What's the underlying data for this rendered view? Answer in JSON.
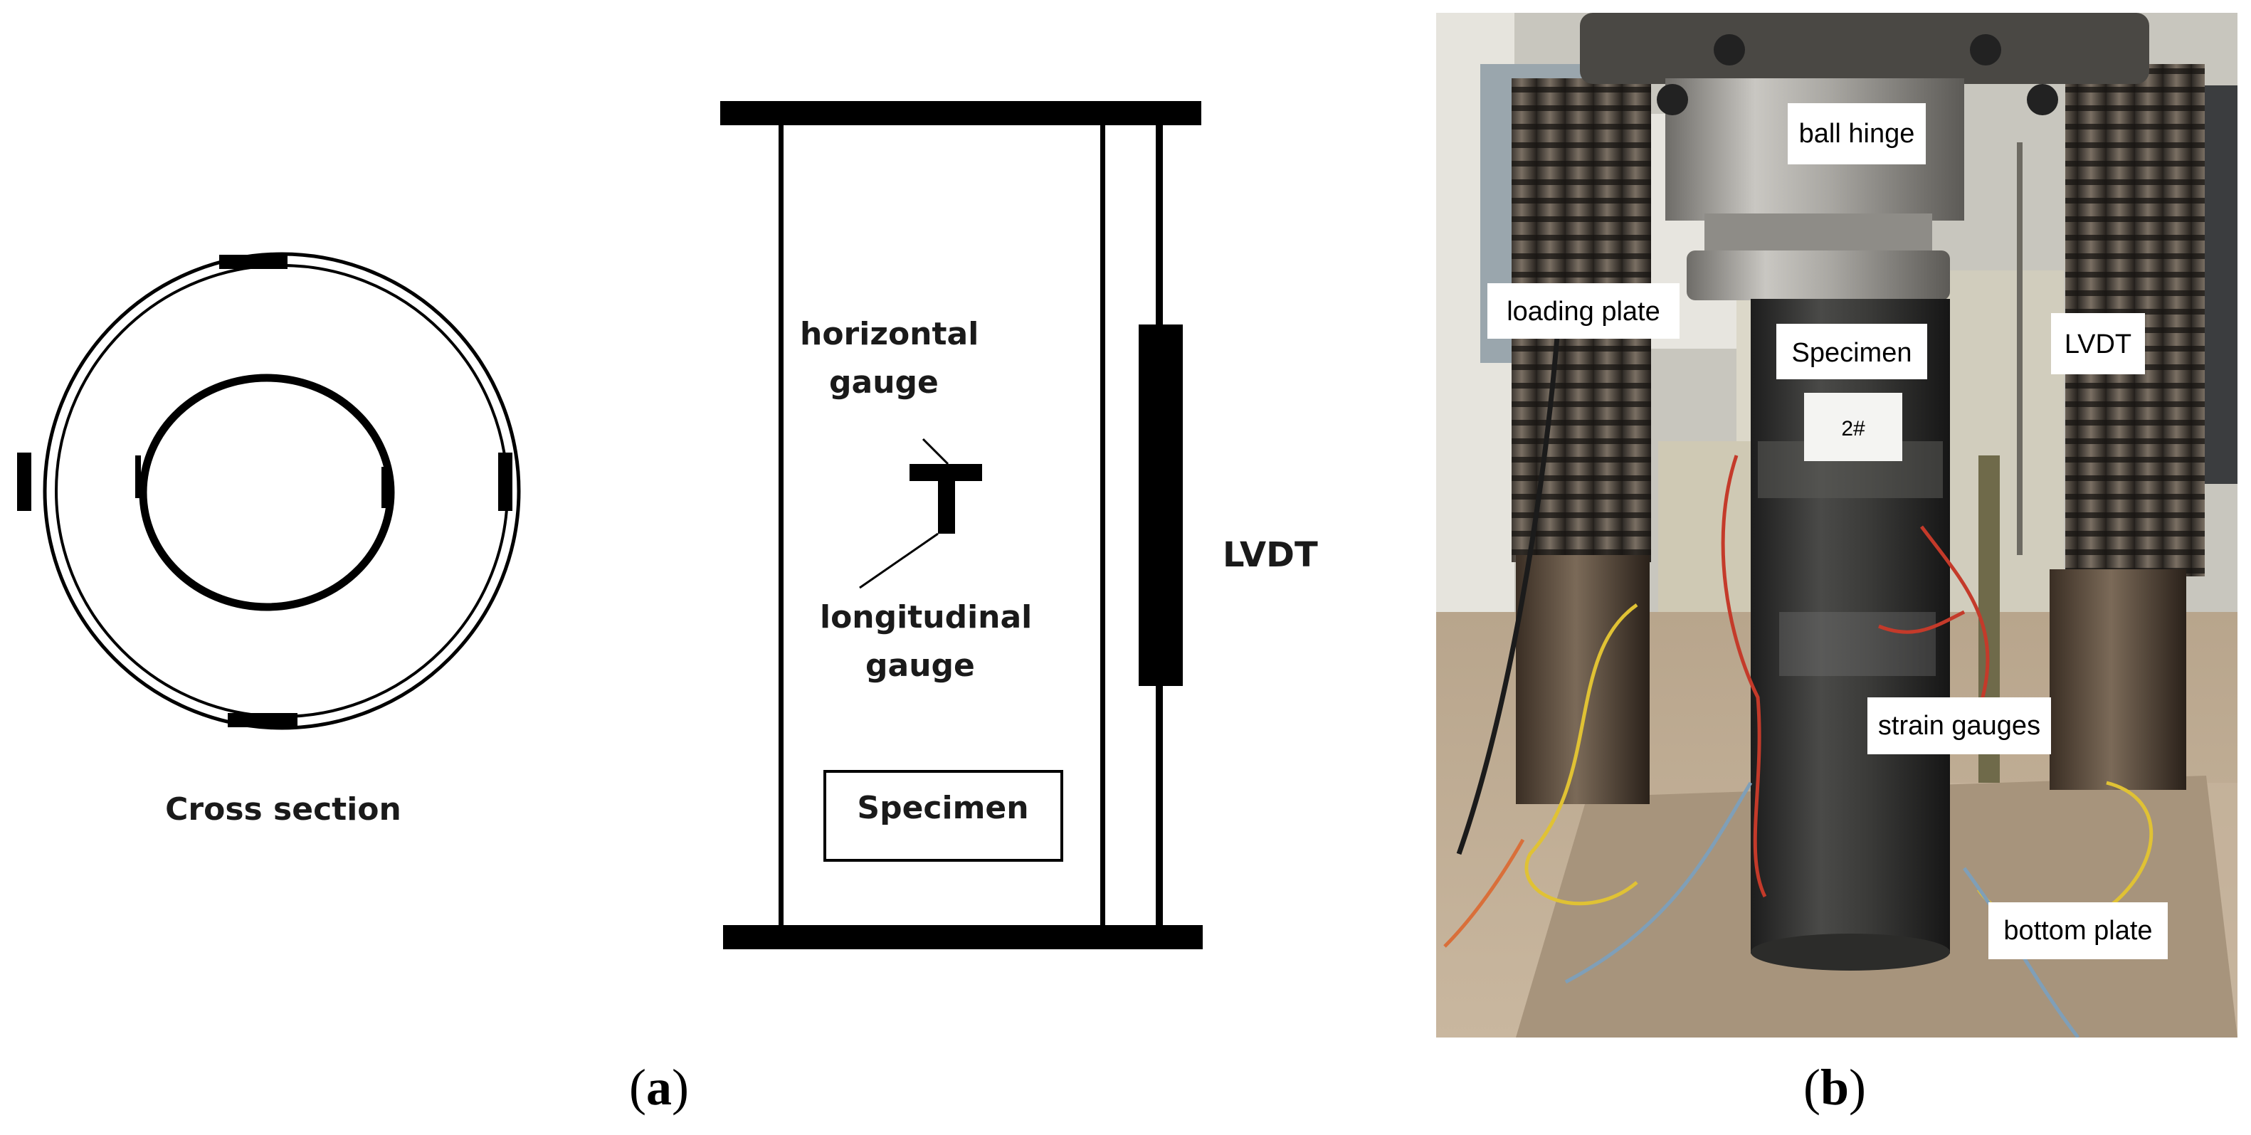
{
  "diagram": {
    "cross_section_label": "Cross section",
    "horizontal_gauge_label": [
      "horizontal",
      "gauge"
    ],
    "longitudinal_gauge_label": [
      "longitudinal",
      "gauge"
    ],
    "lvdt_label": "LVDT",
    "specimen_label": "Specimen",
    "caption": [
      "(",
      "a",
      ")"
    ]
  },
  "photo": {
    "labels": {
      "ball_hinge": "ball hinge",
      "loading_plate": "loading plate",
      "specimen": "Specimen",
      "lvdt": "LVDT",
      "tag": "2#",
      "strain_gauges": "strain gauges",
      "bottom_plate": "bottom plate"
    },
    "caption": [
      "(",
      "b",
      ")"
    ]
  }
}
